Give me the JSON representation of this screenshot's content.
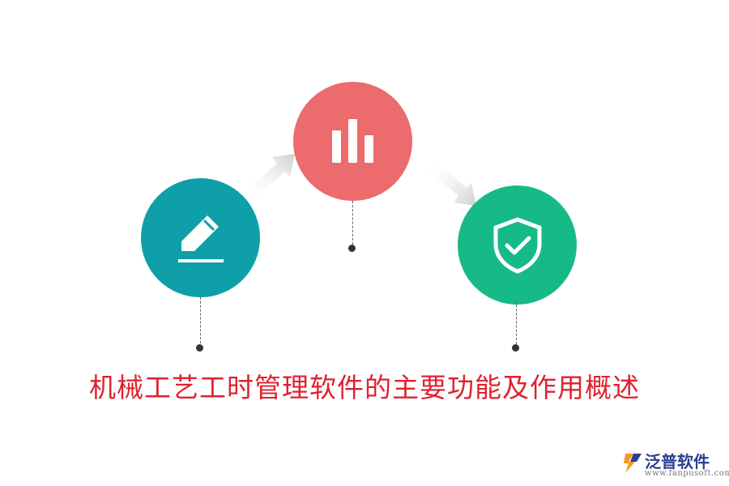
{
  "title": "机械工艺工时管理软件的主要功能及作用概述",
  "steps": [
    {
      "icon": "edit-pen-icon",
      "color": "#0e9fa8"
    },
    {
      "icon": "bar-chart-icon",
      "color": "#ec6b6c"
    },
    {
      "icon": "shield-check-icon",
      "color": "#16ba87"
    }
  ],
  "logo": {
    "name": "泛普软件",
    "url": "www.fanpusoft.com"
  }
}
